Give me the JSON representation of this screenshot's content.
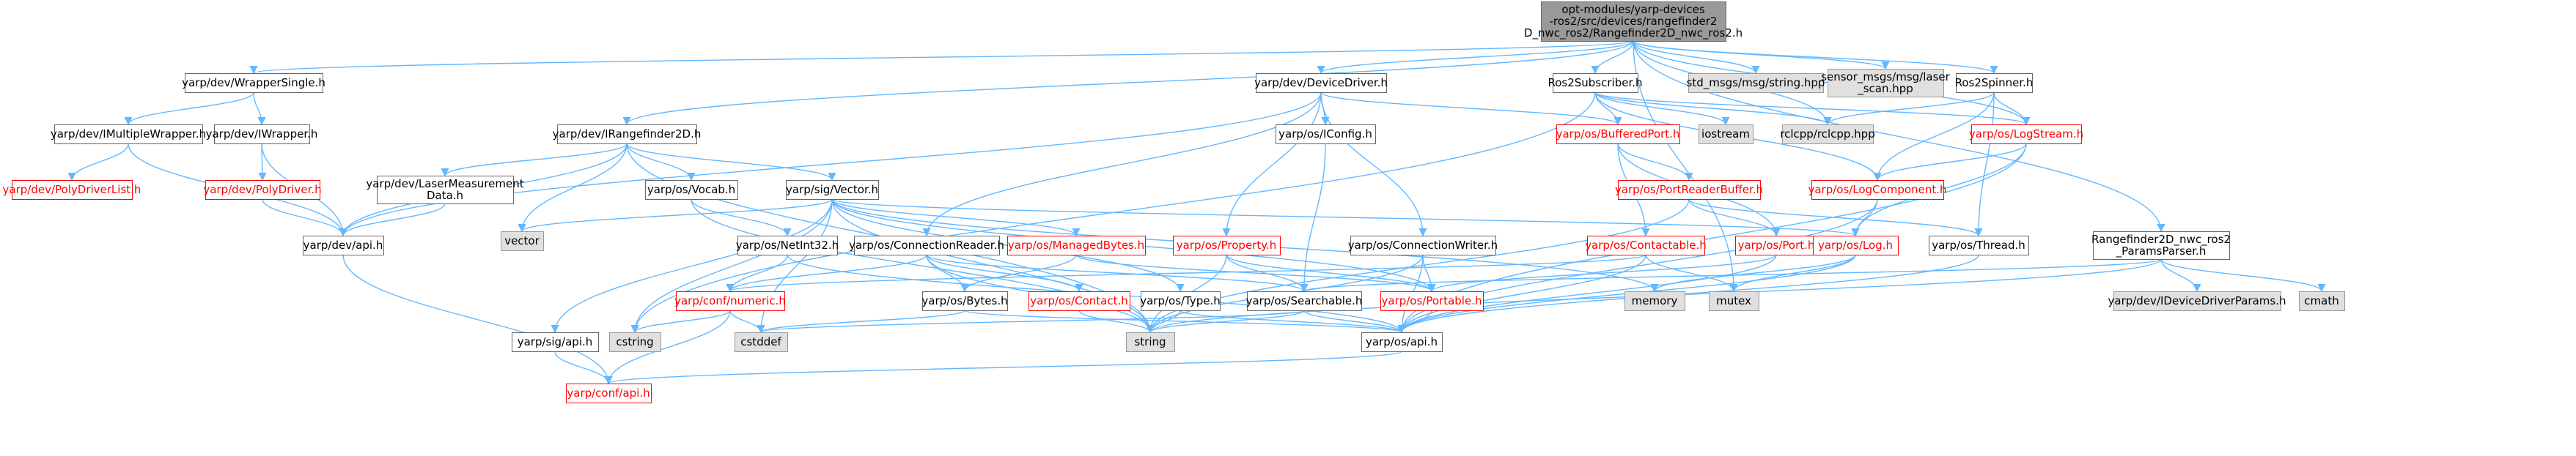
{
  "colors": {
    "edge": "#63b8ff",
    "root_fill": "#999999",
    "normal_fill": "#ffffff",
    "normal_stroke": "#666666",
    "normal_text": "#000000",
    "red_stroke": "#ff0000",
    "red_text": "#ff0000",
    "system_fill": "#e0e0e0",
    "system_stroke": "#999999"
  },
  "nodes": [
    {
      "id": "root",
      "lines": [
        "opt-modules/yarp-devices",
        "-ros2/src/devices/rangefinder2",
        "D_nwc_ros2/Rangefinder2D_nwc_ros2.h"
      ],
      "style": "root"
    },
    {
      "id": "wrapper_single",
      "lines": [
        "yarp/dev/WrapperSingle.h"
      ],
      "style": "normal"
    },
    {
      "id": "device_driver",
      "lines": [
        "yarp/dev/DeviceDriver.h"
      ],
      "style": "normal"
    },
    {
      "id": "ros2_subscriber",
      "lines": [
        "Ros2Subscriber.h"
      ],
      "style": "normal"
    },
    {
      "id": "std_msgs_string",
      "lines": [
        "std_msgs/msg/string.hpp"
      ],
      "style": "system"
    },
    {
      "id": "sensor_msgs_laser",
      "lines": [
        "sensor_msgs/msg/laser",
        "_scan.hpp"
      ],
      "style": "system"
    },
    {
      "id": "ros2_spinner",
      "lines": [
        "Ros2Spinner.h"
      ],
      "style": "normal"
    },
    {
      "id": "imultiple_wrapper",
      "lines": [
        "yarp/dev/IMultipleWrapper.h"
      ],
      "style": "normal"
    },
    {
      "id": "iwrapper",
      "lines": [
        "yarp/dev/IWrapper.h"
      ],
      "style": "normal"
    },
    {
      "id": "polydriverlist",
      "lines": [
        "yarp/dev/PolyDriverList.h"
      ],
      "style": "red"
    },
    {
      "id": "polydriver",
      "lines": [
        "yarp/dev/PolyDriver.h"
      ],
      "style": "red"
    },
    {
      "id": "irangefinder",
      "lines": [
        "yarp/dev/IRangefinder2D.h"
      ],
      "style": "normal"
    },
    {
      "id": "iconfig",
      "lines": [
        "yarp/os/IConfig.h"
      ],
      "style": "normal"
    },
    {
      "id": "buffered_port",
      "lines": [
        "yarp/os/BufferedPort.h"
      ],
      "style": "red"
    },
    {
      "id": "iostream",
      "lines": [
        "iostream"
      ],
      "style": "system"
    },
    {
      "id": "rclcpp",
      "lines": [
        "rclcpp/rclcpp.hpp"
      ],
      "style": "system"
    },
    {
      "id": "logstream",
      "lines": [
        "yarp/os/LogStream.h"
      ],
      "style": "red"
    },
    {
      "id": "laser_measurement",
      "lines": [
        "yarp/dev/LaserMeasurement",
        "Data.h"
      ],
      "style": "normal"
    },
    {
      "id": "vocab",
      "lines": [
        "yarp/os/Vocab.h"
      ],
      "style": "normal"
    },
    {
      "id": "sig_vector",
      "lines": [
        "yarp/sig/Vector.h"
      ],
      "style": "normal"
    },
    {
      "id": "port_reader_buffer",
      "lines": [
        "yarp/os/PortReaderBuffer.h"
      ],
      "style": "red"
    },
    {
      "id": "log_component",
      "lines": [
        "yarp/os/LogComponent.h"
      ],
      "style": "red"
    },
    {
      "id": "vector",
      "lines": [
        "vector"
      ],
      "style": "system"
    },
    {
      "id": "dev_api",
      "lines": [
        "yarp/dev/api.h"
      ],
      "style": "normal"
    },
    {
      "id": "netint32",
      "lines": [
        "yarp/os/NetInt32.h"
      ],
      "style": "normal"
    },
    {
      "id": "connection_reader",
      "lines": [
        "yarp/os/ConnectionReader.h"
      ],
      "style": "normal"
    },
    {
      "id": "managed_bytes",
      "lines": [
        "yarp/os/ManagedBytes.h"
      ],
      "style": "red"
    },
    {
      "id": "property",
      "lines": [
        "yarp/os/Property.h"
      ],
      "style": "red"
    },
    {
      "id": "connection_writer",
      "lines": [
        "yarp/os/ConnectionWriter.h"
      ],
      "style": "normal"
    },
    {
      "id": "contactable",
      "lines": [
        "yarp/os/Contactable.h"
      ],
      "style": "red"
    },
    {
      "id": "port",
      "lines": [
        "yarp/os/Port.h"
      ],
      "style": "red"
    },
    {
      "id": "log",
      "lines": [
        "yarp/os/Log.h"
      ],
      "style": "red"
    },
    {
      "id": "thread",
      "lines": [
        "yarp/os/Thread.h"
      ],
      "style": "normal"
    },
    {
      "id": "params_parser",
      "lines": [
        "Rangefinder2D_nwc_ros2",
        "_ParamsParser.h"
      ],
      "style": "normal"
    },
    {
      "id": "conf_numeric",
      "lines": [
        "yarp/conf/numeric.h"
      ],
      "style": "red"
    },
    {
      "id": "bytes",
      "lines": [
        "yarp/os/Bytes.h"
      ],
      "style": "normal"
    },
    {
      "id": "contact",
      "lines": [
        "yarp/os/Contact.h"
      ],
      "style": "red"
    },
    {
      "id": "os_type",
      "lines": [
        "yarp/os/Type.h"
      ],
      "style": "normal"
    },
    {
      "id": "searchable",
      "lines": [
        "yarp/os/Searchable.h"
      ],
      "style": "normal"
    },
    {
      "id": "portable",
      "lines": [
        "yarp/os/Portable.h"
      ],
      "style": "red"
    },
    {
      "id": "memory",
      "lines": [
        "memory"
      ],
      "style": "system"
    },
    {
      "id": "mutex",
      "lines": [
        "mutex"
      ],
      "style": "system"
    },
    {
      "id": "idevicedriverparams",
      "lines": [
        "yarp/dev/IDeviceDriverParams.h"
      ],
      "style": "system"
    },
    {
      "id": "cmath",
      "lines": [
        "cmath"
      ],
      "style": "system"
    },
    {
      "id": "sig_api",
      "lines": [
        "yarp/sig/api.h"
      ],
      "style": "normal"
    },
    {
      "id": "cstring",
      "lines": [
        "cstring"
      ],
      "style": "system"
    },
    {
      "id": "cstddef",
      "lines": [
        "cstddef"
      ],
      "style": "system"
    },
    {
      "id": "string",
      "lines": [
        "string"
      ],
      "style": "system"
    },
    {
      "id": "os_api",
      "lines": [
        "yarp/os/api.h"
      ],
      "style": "normal"
    },
    {
      "id": "conf_api",
      "lines": [
        "yarp/conf/api.h"
      ],
      "style": "red"
    }
  ],
  "edges": [
    [
      "root",
      "wrapper_single"
    ],
    [
      "root",
      "device_driver"
    ],
    [
      "root",
      "irangefinder"
    ],
    [
      "root",
      "ros2_subscriber"
    ],
    [
      "root",
      "std_msgs_string"
    ],
    [
      "root",
      "sensor_msgs_laser"
    ],
    [
      "root",
      "ros2_spinner"
    ],
    [
      "root",
      "rclcpp"
    ],
    [
      "root",
      "logstream"
    ],
    [
      "root",
      "mutex"
    ],
    [
      "root",
      "params_parser"
    ],
    [
      "wrapper_single",
      "imultiple_wrapper"
    ],
    [
      "wrapper_single",
      "iwrapper"
    ],
    [
      "imultiple_wrapper",
      "polydriverlist"
    ],
    [
      "imultiple_wrapper",
      "dev_api"
    ],
    [
      "iwrapper",
      "polydriver"
    ],
    [
      "iwrapper",
      "dev_api"
    ],
    [
      "polydriver",
      "dev_api"
    ],
    [
      "device_driver",
      "iconfig"
    ],
    [
      "device_driver",
      "property"
    ],
    [
      "device_driver",
      "connection_reader"
    ],
    [
      "device_driver",
      "connection_writer"
    ],
    [
      "device_driver",
      "dev_api"
    ],
    [
      "device_driver",
      "buffered_port"
    ],
    [
      "irangefinder",
      "laser_measurement"
    ],
    [
      "irangefinder",
      "vocab"
    ],
    [
      "irangefinder",
      "sig_vector"
    ],
    [
      "irangefinder",
      "vector"
    ],
    [
      "irangefinder",
      "dev_api"
    ],
    [
      "irangefinder",
      "string"
    ],
    [
      "laser_measurement",
      "dev_api"
    ],
    [
      "ros2_subscriber",
      "buffered_port"
    ],
    [
      "ros2_subscriber",
      "iostream"
    ],
    [
      "ros2_subscriber",
      "rclcpp"
    ],
    [
      "ros2_subscriber",
      "log_component"
    ],
    [
      "ros2_subscriber",
      "logstream"
    ],
    [
      "ros2_subscriber",
      "cstring"
    ],
    [
      "ros2_spinner",
      "rclcpp"
    ],
    [
      "ros2_spinner",
      "logstream"
    ],
    [
      "ros2_spinner",
      "log_component"
    ],
    [
      "ros2_spinner",
      "thread"
    ],
    [
      "logstream",
      "log_component"
    ],
    [
      "logstream",
      "log"
    ],
    [
      "logstream",
      "os_api"
    ],
    [
      "log_component",
      "log"
    ],
    [
      "log_component",
      "os_api"
    ],
    [
      "buffered_port",
      "port_reader_buffer"
    ],
    [
      "buffered_port",
      "contactable"
    ],
    [
      "buffered_port",
      "port"
    ],
    [
      "port_reader_buffer",
      "port"
    ],
    [
      "port_reader_buffer",
      "thread"
    ],
    [
      "port_reader_buffer",
      "string"
    ],
    [
      "iconfig",
      "searchable"
    ],
    [
      "vocab",
      "netint32"
    ],
    [
      "vocab",
      "string"
    ],
    [
      "netint32",
      "conf_numeric"
    ],
    [
      "netint32",
      "os_api"
    ],
    [
      "sig_vector",
      "vector"
    ],
    [
      "sig_vector",
      "managed_bytes"
    ],
    [
      "sig_vector",
      "os_type"
    ],
    [
      "sig_vector",
      "portable"
    ],
    [
      "sig_vector",
      "log"
    ],
    [
      "sig_vector",
      "sig_api"
    ],
    [
      "sig_vector",
      "cstring"
    ],
    [
      "sig_vector",
      "cstddef"
    ],
    [
      "sig_vector",
      "string"
    ],
    [
      "sig_vector",
      "memory"
    ],
    [
      "sig_api",
      "conf_api"
    ],
    [
      "connection_reader",
      "conf_numeric"
    ],
    [
      "connection_reader",
      "bytes"
    ],
    [
      "connection_reader",
      "contact"
    ],
    [
      "connection_reader",
      "searchable"
    ],
    [
      "connection_reader",
      "string"
    ],
    [
      "managed_bytes",
      "bytes"
    ],
    [
      "managed_bytes",
      "portable"
    ],
    [
      "property",
      "searchable"
    ],
    [
      "property",
      "portable"
    ],
    [
      "property",
      "string"
    ],
    [
      "connection_writer",
      "portable"
    ],
    [
      "connection_writer",
      "os_api"
    ],
    [
      "connection_writer",
      "string"
    ],
    [
      "contactable",
      "conf_numeric"
    ],
    [
      "contactable",
      "mutex"
    ],
    [
      "contactable",
      "os_api"
    ],
    [
      "port",
      "portable"
    ],
    [
      "port",
      "os_api"
    ],
    [
      "log",
      "memory"
    ],
    [
      "log",
      "mutex"
    ],
    [
      "log",
      "os_api"
    ],
    [
      "thread",
      "os_api"
    ],
    [
      "params_parser",
      "idevicedriverparams"
    ],
    [
      "params_parser",
      "cmath"
    ],
    [
      "params_parser",
      "string"
    ],
    [
      "params_parser",
      "searchable"
    ],
    [
      "conf_numeric",
      "cstring"
    ],
    [
      "conf_numeric",
      "cstddef"
    ],
    [
      "conf_numeric",
      "conf_api"
    ],
    [
      "bytes",
      "cstddef"
    ],
    [
      "bytes",
      "os_api"
    ],
    [
      "contact",
      "string"
    ],
    [
      "os_type",
      "string"
    ],
    [
      "os_type",
      "os_api"
    ],
    [
      "searchable",
      "string"
    ],
    [
      "searchable",
      "cstddef"
    ],
    [
      "searchable",
      "os_api"
    ],
    [
      "portable",
      "os_api"
    ],
    [
      "dev_api",
      "conf_api"
    ],
    [
      "os_api",
      "conf_api"
    ]
  ]
}
